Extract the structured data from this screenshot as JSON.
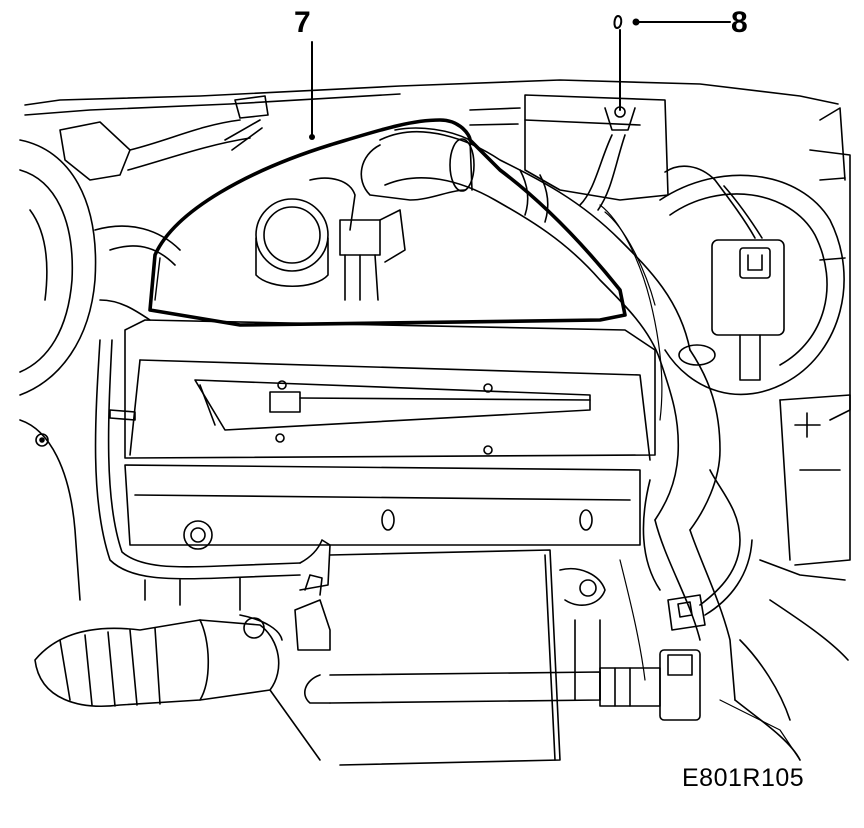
{
  "callouts": {
    "seven": "7",
    "eight": "8"
  },
  "figure_code": "E801R105",
  "colors": {
    "line": "#000000",
    "background": "#ffffff"
  }
}
